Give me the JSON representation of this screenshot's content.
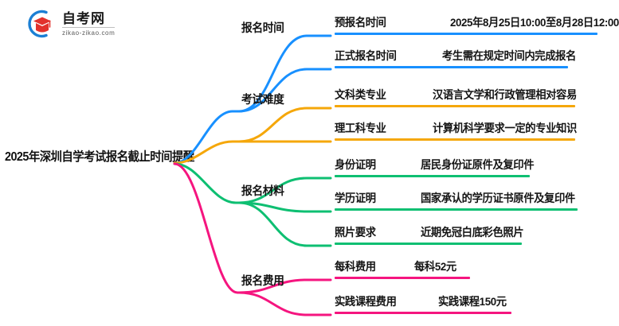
{
  "logo": {
    "mark_name": "zikao-logo-icon",
    "title": "自考网",
    "subtitle": "zikao-zikao.com",
    "arc_color": "#1b7fd4",
    "cap_color": "#e2322d"
  },
  "mindmap": {
    "center_topic": "2025年深圳自学考试报名截止时间提醒",
    "branches": [
      {
        "label": "报名时间",
        "color": "#1890ff",
        "items": [
          {
            "key": "预报名时间",
            "value": "2025年8月25日10:00至8月28日12:00"
          },
          {
            "key": "正式报名时间",
            "value": "考生需在规定时间内完成报名"
          }
        ]
      },
      {
        "label": "考试难度",
        "color": "#f5a70a",
        "items": [
          {
            "key": "文科类专业",
            "value": "汉语言文学和行政管理相对容易"
          },
          {
            "key": "理工科专业",
            "value": "计算机科学要求一定的专业知识"
          }
        ]
      },
      {
        "label": "报名材料",
        "color": "#0ebf72",
        "items": [
          {
            "key": "身份证明",
            "value": "居民身份证原件及复印件"
          },
          {
            "key": "学历证明",
            "value": "国家承认的学历证书原件及复印件"
          },
          {
            "key": "照片要求",
            "value": "近期免冠白底彩色照片"
          }
        ]
      },
      {
        "label": "报名费用",
        "color": "#f5157f",
        "items": [
          {
            "key": "每科费用",
            "value": "每科52元"
          },
          {
            "key": "实践课程费用",
            "value": "实践课程150元"
          }
        ]
      }
    ]
  }
}
